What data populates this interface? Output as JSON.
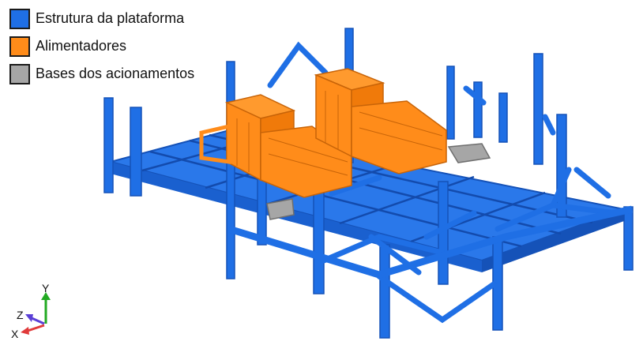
{
  "legend": {
    "items": [
      {
        "label": "Estrutura da plataforma",
        "color": "#1f6fe5"
      },
      {
        "label": "Alimentadores",
        "color": "#ff8c1a"
      },
      {
        "label": "Bases dos acionamentos",
        "color": "#a6a6a6"
      }
    ]
  },
  "axes": {
    "y": "Y",
    "z": "Z",
    "x": "X"
  },
  "colors": {
    "structure": "#1f6fe5",
    "structure_dark": "#1552b8",
    "feeder": "#ff8c1a",
    "feeder_dark": "#cc6a0a",
    "base": "#a6a6a6",
    "axis_y": "#22aa22",
    "axis_z": "#5a3fd6",
    "axis_x": "#e03a3a"
  }
}
